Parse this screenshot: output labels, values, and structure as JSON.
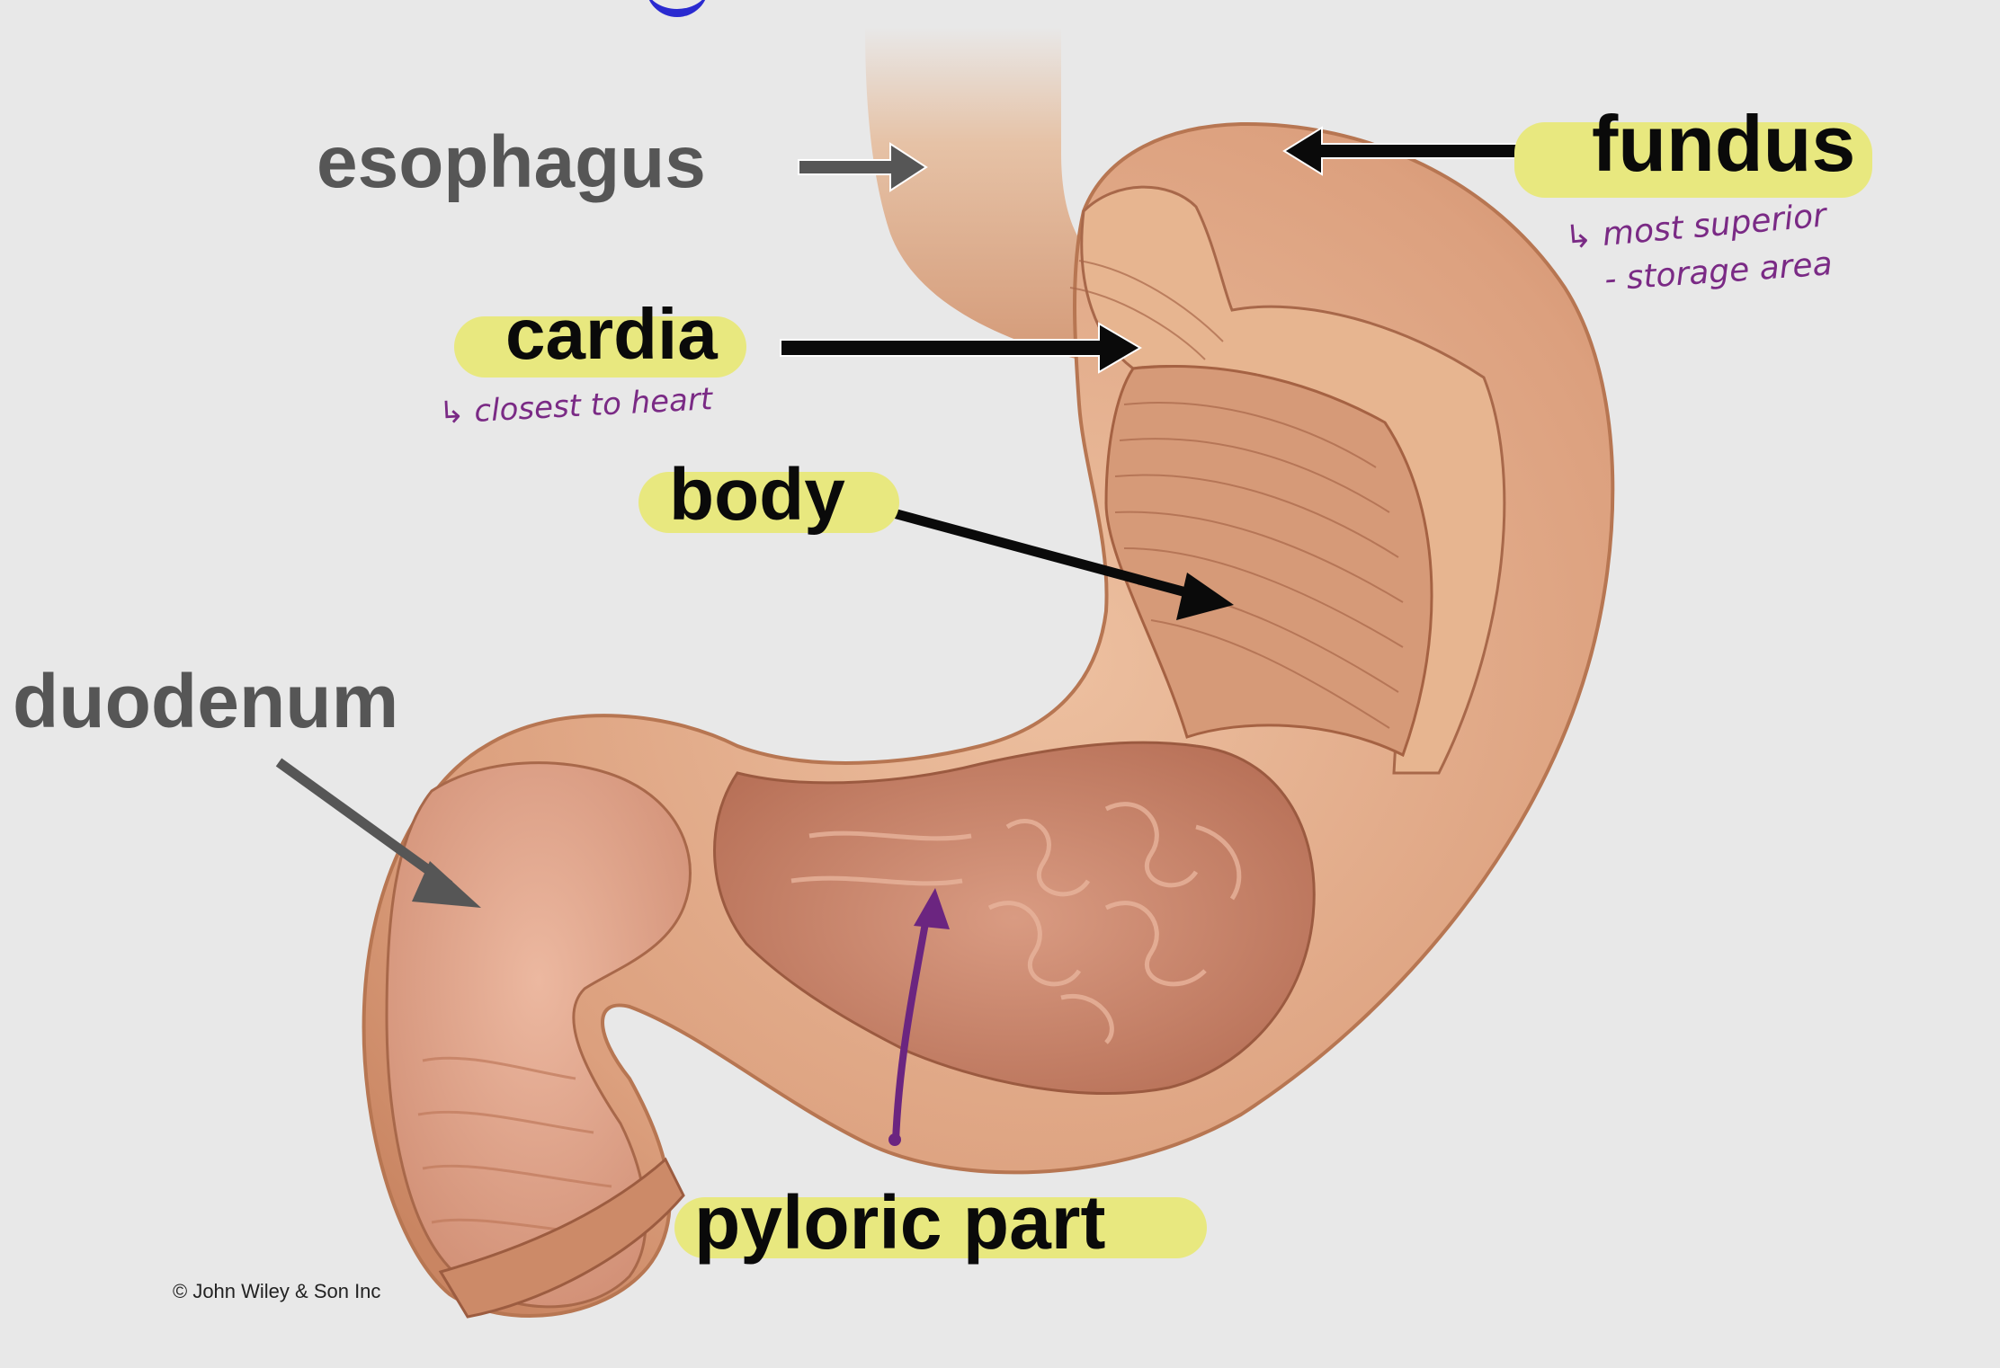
{
  "labels": {
    "esophagus": "esophagus",
    "fundus": "fundus",
    "cardia": "cardia",
    "body": "body",
    "duodenum": "duodenum",
    "pyloric": "pyloric part"
  },
  "notes": {
    "fundus_line1": "↳ most superior",
    "fundus_line2": "- storage area",
    "cardia": "↳ closest to heart"
  },
  "copyright": "© John Wiley & Son Inc",
  "colors": {
    "background": "#e8e8e8",
    "highlight": "#e8e87f",
    "label_black": "#0a0a0a",
    "label_grey": "#565656",
    "handwriting": "#7a2a85",
    "arrow_purple": "#6b2580",
    "tissue": "#dba383"
  }
}
